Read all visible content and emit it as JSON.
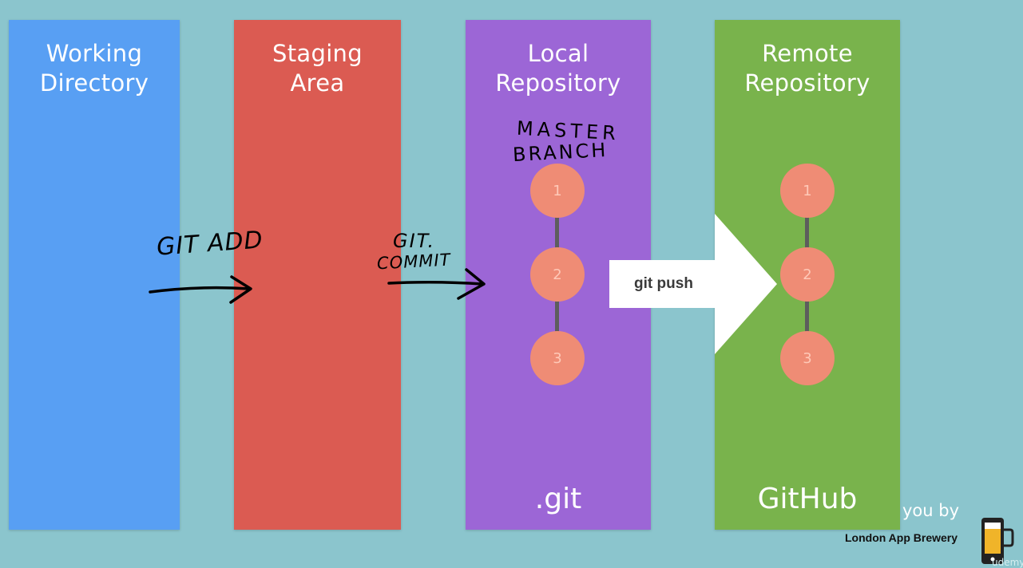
{
  "columns": [
    {
      "id": "working",
      "title": [
        "Working",
        "Directory"
      ],
      "footer": "",
      "color": "#589ff3"
    },
    {
      "id": "staging",
      "title": [
        "Staging",
        "Area"
      ],
      "footer": "",
      "color": "#db5b52"
    },
    {
      "id": "local",
      "title": [
        "Local",
        "Repository"
      ],
      "footer": ".git",
      "color": "#9c66d6"
    },
    {
      "id": "remote",
      "title": [
        "Remote",
        "Repository"
      ],
      "footer": "GitHub",
      "color": "#79b34c"
    }
  ],
  "local_commits": [
    "1",
    "2",
    "3"
  ],
  "remote_commits": [
    "1",
    "2",
    "3"
  ],
  "push_label": "git push",
  "handwritten": {
    "git_add": "GIT ADD",
    "git_commit_1": "GIT.",
    "git_commit_2": "COMMIT",
    "master_1": "MASTER",
    "master_2": "BRANCH"
  },
  "branding": {
    "brought_to_you": "you by",
    "brand": "London App Brewery",
    "udemy": "udemy"
  }
}
